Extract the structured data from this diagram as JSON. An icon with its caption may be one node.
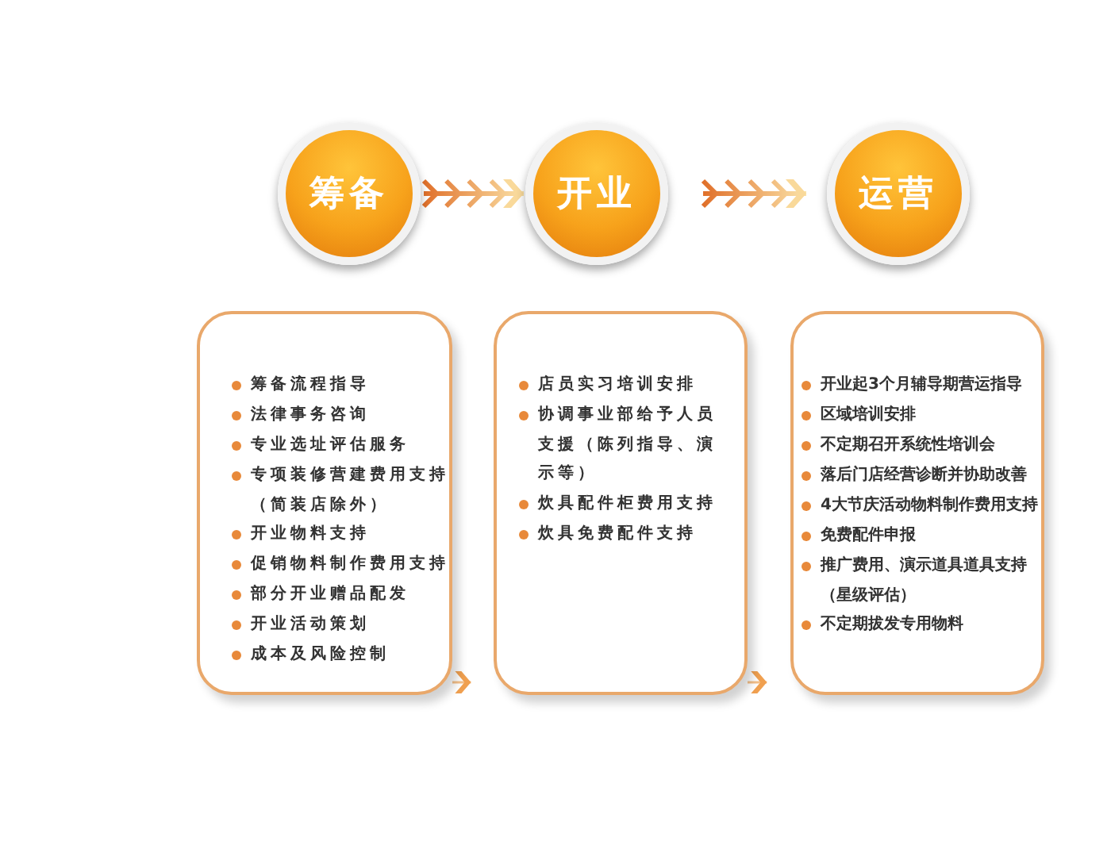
{
  "diagram": {
    "nodes": [
      {
        "text": [
          "筹备"
        ]
      },
      {
        "text": [
          "开业"
        ]
      },
      {
        "text": [
          "运营"
        ]
      },
      {
        "text": [
          "筹备流程指导",
          "法律事务咨询",
          "专业选址评估服务",
          "专项装修营建费用支持（简装店除外）",
          "开业物料支持",
          "促销物料制作费用支持",
          "部分开业赠品配发",
          "开业活动策划",
          "成本及风险控制"
        ]
      },
      {
        "text": [
          "店员实习培训安排",
          "协调事业部给予人员支援（陈列指导、演示等）",
          "炊具配件柜费用支持",
          "炊具免费配件支持"
        ]
      },
      {
        "text": [
          "开业起3个月辅导期营运指导",
          "区域培训安排",
          "不定期召开系统性培训会",
          "落后门店经营诊断并协助改善",
          "4大节庆活动物料制作费用支持",
          "免费配件申报",
          "推广费用、演示道具道具支持（星级评估）",
          "不定期拔发专用物料"
        ]
      }
    ],
    "edges": [
      {
        "from": 0,
        "to": 1,
        "arrow": "to"
      },
      {
        "from": 1,
        "to": 2,
        "arrow": "to"
      },
      {
        "from": 3,
        "to": 4,
        "arrow": "to"
      },
      {
        "from": 4,
        "to": 5,
        "arrow": "to"
      }
    ]
  }
}
